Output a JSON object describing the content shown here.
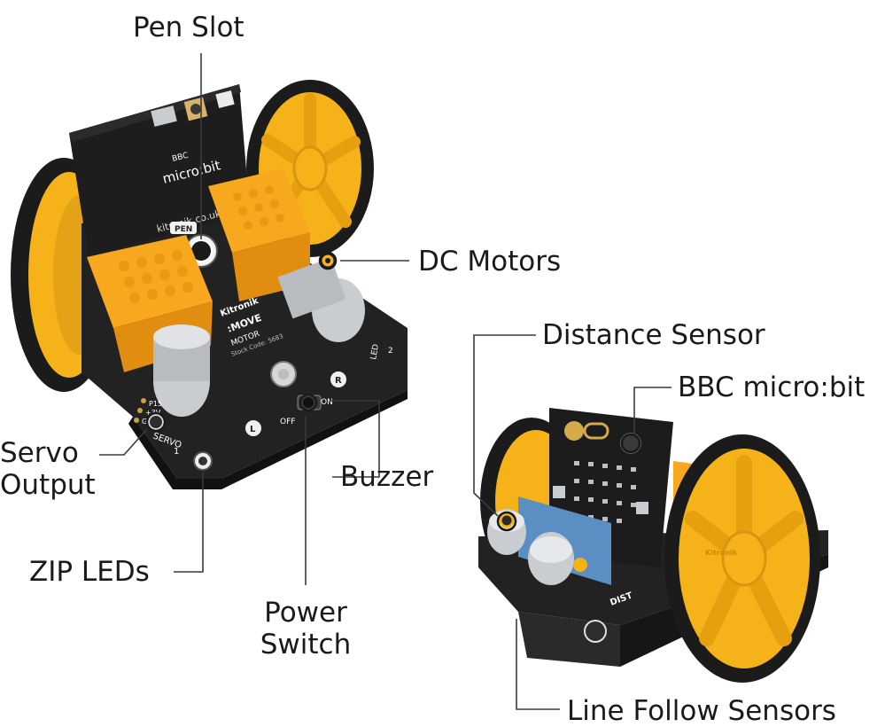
{
  "labels": {
    "pen_slot": "Pen Slot",
    "dc_motors": "DC Motors",
    "distance_sensor": "Distance Sensor",
    "bbc_microbit": "BBC micro:bit",
    "servo_output_line1": "Servo",
    "servo_output_line2": "Output",
    "buzzer": "Buzzer",
    "zip_leds": "ZIP LEDs",
    "power_switch_line1": "Power",
    "power_switch_line2": "Switch",
    "line_follow_sensors": "Line Follow Sensors"
  },
  "board_text": {
    "brand": "Kitronik",
    "product": ":MOVE",
    "motor": "MOTOR",
    "pen": "PEN",
    "website": "kitronik.co.uk",
    "microbit": "micro:bit",
    "bbc": "BBC",
    "off": "OFF",
    "on": "ON",
    "left": "L",
    "right": "R",
    "servo": "SERVO",
    "servo_num": "1",
    "led": "LED",
    "led_num": "2",
    "p15": "P15",
    "plus3v": "+3V",
    "gnd": "GND",
    "stock_code": "Stock Code: 5683",
    "dist": "DIST"
  },
  "colors": {
    "wheel_yellow": "#f5b319",
    "tyre_black": "#1b1b1b",
    "pcb_black": "#222222",
    "motor_orange": "#f7a81e",
    "metal": "#c9ccd0",
    "sensor_blue": "#5b8fc4",
    "leader_line": "#3a3a3a"
  }
}
